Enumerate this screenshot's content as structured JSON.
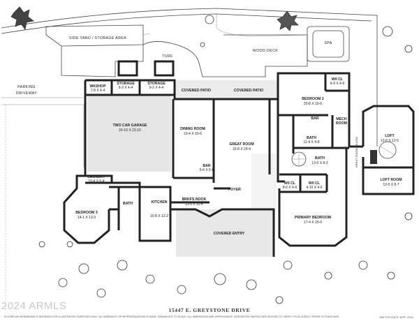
{
  "rooms": {
    "side_yard": {
      "name": "SIDE YARD / STORAGE AREA"
    },
    "turf": {
      "name": "TURF"
    },
    "wood_deck": {
      "name": "WOOD DECK"
    },
    "spa": {
      "name": "SPA"
    },
    "wkshop": {
      "name": "WKSHOP",
      "dim": "7-8 X 4-4"
    },
    "storage1": {
      "name": "STORAGE",
      "dim": "9-3 X 4-4"
    },
    "storage2": {
      "name": "STORAGE",
      "dim": "9-2 X 4-4"
    },
    "covered_patio1": {
      "name": "COVERED PATIO"
    },
    "covered_patio2": {
      "name": "COVERED PATIO"
    },
    "wic_top": {
      "name": "W/I CL",
      "dim": "6-9 X 4-6"
    },
    "bedroom2": {
      "name": "BEDROOM 2",
      "dim": "20-8 X 16-6"
    },
    "garage": {
      "name": "TWO CAR GARAGE",
      "dim": "24-10 X 23-10"
    },
    "dining": {
      "name": "DINING ROOM",
      "dim": "13-4 X 15-6"
    },
    "great": {
      "name": "GREAT ROOM",
      "dim": "16-8 X 29-4"
    },
    "bar_small": {
      "name": "BAR"
    },
    "mech": {
      "name": "MECH",
      "name2": "ROOM"
    },
    "bath_upper": {
      "name": "BATH",
      "dim": "11-4 X 4-8"
    },
    "loft": {
      "name": "LOFT",
      "dim": "12-0 X 12-5"
    },
    "bath_master": {
      "name": "BATH",
      "dim": "13-0 X 8-2"
    },
    "loft_room": {
      "name": "LOFT ROOM",
      "dim": "12-0 X 8-7"
    },
    "bar": {
      "name": "BAR",
      "dim": "5-6 X 5-6"
    },
    "laundry": {
      "name": "LAUNDRY",
      "dim": "10-4 X 6-4"
    },
    "wic1": {
      "name": "W/I CL",
      "dim": "8-6 X 4-6"
    },
    "wic2": {
      "name": "W/I CL",
      "dim": "4-10 X 4-6"
    },
    "foyer": {
      "name": "FOYER"
    },
    "brkfs": {
      "name": "BRKFS NOOK",
      "dim": "11-0 X 11-4"
    },
    "bedroom3": {
      "name": "BEDROOM 3",
      "dim": "14-1 X 13-3"
    },
    "kitchen": {
      "name": "KITCHEN",
      "dim": "10-8 X 12-2"
    },
    "bath_small": {
      "name": "BATH"
    },
    "primary": {
      "name": "PRIMARY BEDROOM",
      "dim": "17-4 X 15-0"
    },
    "covered_entry": {
      "name": "COVERED ENTRY"
    },
    "stair_label": {
      "name": "GREAT ROOM BELOW"
    }
  },
  "site": {
    "parking": "PARKING",
    "driveway": "DRIVEWAY"
  },
  "footer": {
    "address": "15447 E. GREYSTONE DRIVE",
    "watermark": "2024 ARMLS",
    "disclaimer": "FLOORPLAN RENDERING IS INTENDED FOR ILLUSTRATIVE PURPOSES ONLY. NO WARRANTY OR REPRESENTATION IS MADE. DRAWN NOT TO SCALE. ALL DIMENSIONS ARE APPROXIMATE. INTERESTED PARTIES ARE ADVISED TO VERIFY ITS ACCURACY PRIOR TO PURCHASE.",
    "sketch_date": "SKETCH DATE:   APR. 2024"
  }
}
